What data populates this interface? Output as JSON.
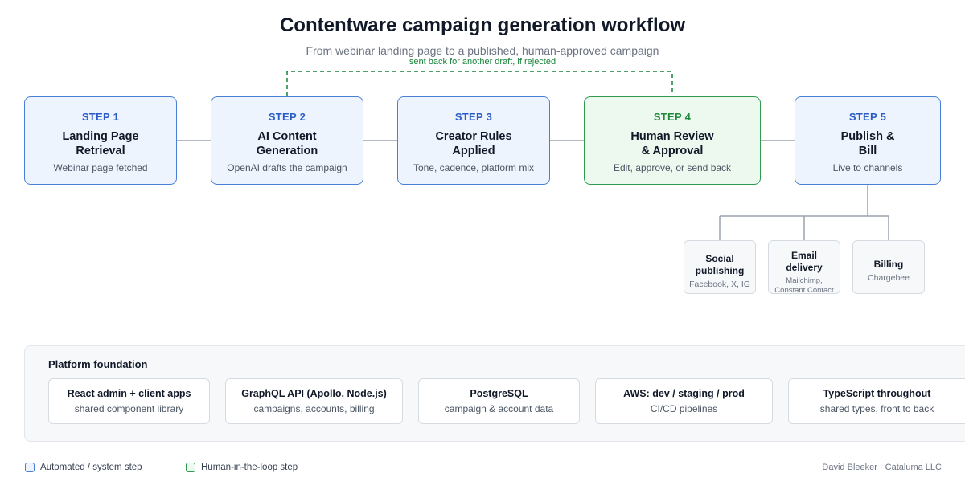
{
  "header": {
    "title": "Contentware campaign generation workflow",
    "subtitle": "From webinar landing page to a published, human-approved campaign",
    "loop_label": "sent back for another draft, if rejected"
  },
  "steps": [
    {
      "number": "STEP 1",
      "name": "Landing Page\nRetrieval",
      "desc": "Webinar page fetched",
      "kind": "automated"
    },
    {
      "number": "STEP 2",
      "name": "AI Content\nGeneration",
      "desc": "OpenAI drafts the campaign",
      "kind": "automated"
    },
    {
      "number": "STEP 3",
      "name": "Creator Rules\nApplied",
      "desc": "Tone, cadence, platform mix",
      "kind": "automated"
    },
    {
      "number": "STEP 4",
      "name": "Human Review\n& Approval",
      "desc": "Edit, approve, or send back",
      "kind": "human"
    },
    {
      "number": "STEP 5",
      "name": "Publish &\nBill",
      "desc": "Live to channels",
      "kind": "automated"
    }
  ],
  "channels": [
    {
      "name": "Social\npublishing",
      "desc": "Facebook, X, IG"
    },
    {
      "name": "Email\ndelivery",
      "desc": "Mailchimp,\nConstant Contact"
    },
    {
      "name": "Billing",
      "desc": "Chargebee"
    }
  ],
  "platform": {
    "title": "Platform foundation",
    "items": [
      {
        "name": "React admin + client apps",
        "desc": "shared component library"
      },
      {
        "name": "GraphQL API (Apollo, Node.js)",
        "desc": "campaigns, accounts, billing"
      },
      {
        "name": "PostgreSQL",
        "desc": "campaign & account data"
      },
      {
        "name": "AWS: dev / staging / prod",
        "desc": "CI/CD pipelines"
      },
      {
        "name": "TypeScript throughout",
        "desc": "shared types, front to back"
      }
    ]
  },
  "legend": {
    "automated": "Automated / system step",
    "human": "Human-in-the-loop step"
  },
  "footer": "David Bleeker · Cataluma LLC",
  "colors": {
    "automated_border": "#4a7fd6",
    "automated_fill": "#eef4fd",
    "human_border": "#2f9a4e",
    "human_fill": "#edf8ef",
    "loop_line": "#16833a"
  }
}
